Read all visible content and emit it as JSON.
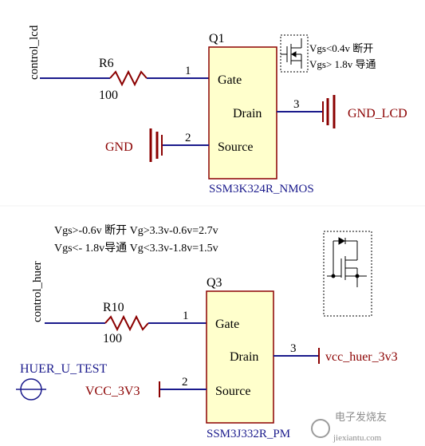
{
  "colors": {
    "wire": "#1a1a8c",
    "power": "#8b0000",
    "component_fill": "#ffffcc",
    "component_border": "#8b0000",
    "text": "#000000"
  },
  "circuit_top": {
    "net_left": "control_lcd",
    "resistor_ref": "R6",
    "resistor_value": "100",
    "mosfet_ref": "Q1",
    "mosfet_part": "SSM3K324R_NMOS",
    "pin_gate": "Gate",
    "pin_drain": "Drain",
    "pin_source": "Source",
    "pin1": "1",
    "pin2": "2",
    "pin3": "3",
    "gnd_net": "GND",
    "drain_net": "GND_LCD",
    "note_line1": "Vgs<0.4v  断开",
    "note_line2": "Vgs> 1.8v 导通"
  },
  "circuit_bottom": {
    "net_left": "control_huer",
    "resistor_ref": "R10",
    "resistor_value": "100",
    "mosfet_ref": "Q3",
    "mosfet_part": "SSM3J332R_PM",
    "pin_gate": "Gate",
    "pin_drain": "Drain",
    "pin_source": "Source",
    "pin1": "1",
    "pin2": "2",
    "pin3": "3",
    "source_net": "VCC_3V3",
    "drain_net": "vcc_huer_3v3",
    "test_point": "HUER_U_TEST",
    "note_line1": "Vgs>-0.6v  断开   Vg>3.3v-0.6v=2.7v",
    "note_line2": "Vgs<- 1.8v导通   Vg<3.3v-1.8v=1.5v"
  },
  "watermark": {
    "brand": "电子发烧友",
    "url": "jiexiantu.com"
  }
}
